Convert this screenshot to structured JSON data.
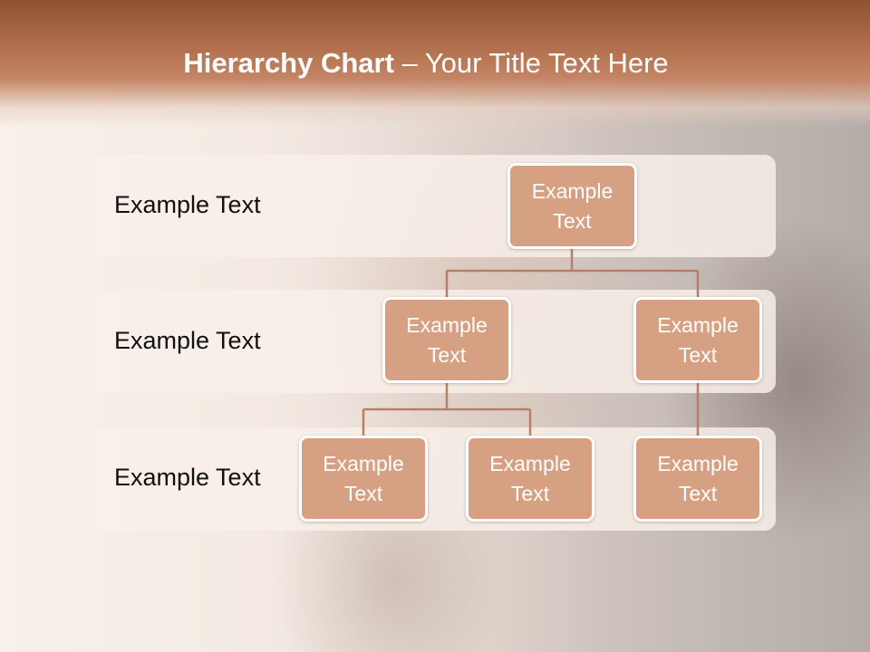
{
  "slide": {
    "title_bold": "Hierarchy Chart",
    "title_rest": " – Your Title Text Here"
  },
  "levels": [
    {
      "label": "Example Text"
    },
    {
      "label": "Example Text"
    },
    {
      "label": "Example Text"
    }
  ],
  "nodes": {
    "root": "Example Text",
    "level2_left": "Example Text",
    "level2_right": "Example Text",
    "level3_left_a": "Example Text",
    "level3_left_b": "Example Text",
    "level3_right": "Example Text"
  },
  "colors": {
    "header": "#b06e4b",
    "node_fill": "#d5a182",
    "node_border": "#ffffff",
    "connector": "#b48068",
    "band": "#f8efe9"
  }
}
